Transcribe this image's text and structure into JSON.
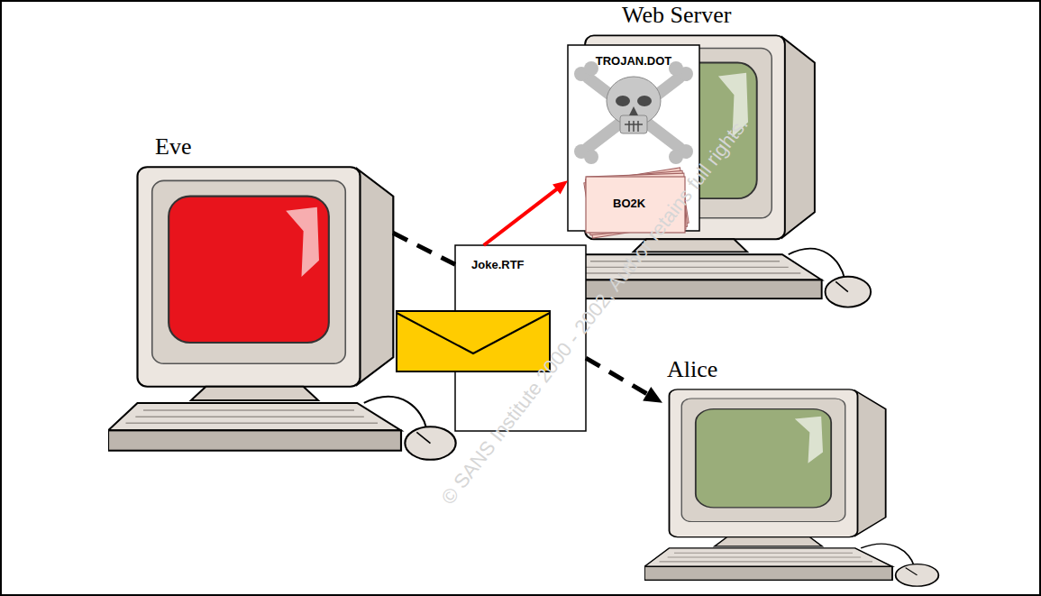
{
  "diagram": {
    "nodes": [
      {
        "text": [
          "Eve"
        ]
      },
      {
        "text": [
          "Web Server"
        ]
      },
      {
        "text": [
          "TROJAN.DOT"
        ]
      },
      {
        "text": [
          "BO2K"
        ]
      },
      {
        "text": [
          "Joke.RTF"
        ]
      },
      {
        "text": [
          "Alice"
        ]
      }
    ],
    "edges": [
      {
        "from": 4,
        "to": 2,
        "arrow": "to"
      },
      {
        "from": 0,
        "to": 4,
        "arrow": "none"
      },
      {
        "from": 4,
        "to": 5,
        "arrow": "to"
      }
    ],
    "labels": [
      "© SANS Institute 2000 - 2002, Author retains full rights."
    ]
  }
}
